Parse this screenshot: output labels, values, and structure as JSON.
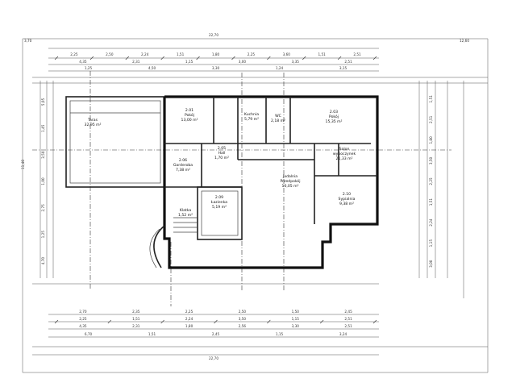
{
  "plan": {
    "rooms": [
      {
        "id": "taras",
        "lines": [
          "Taras",
          "32,95 m²"
        ]
      },
      {
        "id": "pokoj-2",
        "lines": [
          "2.01",
          "Pokój",
          "13,00 m²"
        ]
      },
      {
        "id": "kuchnia",
        "lines": [
          "Kuchnia",
          "5,79 m²"
        ]
      },
      {
        "id": "wc",
        "lines": [
          "WC",
          "2,18 m²"
        ]
      },
      {
        "id": "pokoj-1",
        "lines": [
          "2.03",
          "Pokój",
          "15,35 m²"
        ]
      },
      {
        "id": "salon",
        "lines": [
          "Salon",
          "wypoczynek",
          "21,33 m²"
        ]
      },
      {
        "id": "jadalnia",
        "lines": [
          "Jadalnia",
          "Przedpokój",
          "10,05 m²"
        ]
      },
      {
        "id": "sypialnia",
        "lines": [
          "2.10",
          "Sypialnia",
          "9,38 m²"
        ]
      },
      {
        "id": "lazienka",
        "lines": [
          "2.09",
          "Łazienka",
          "5,19 m²"
        ]
      },
      {
        "id": "klatka",
        "lines": [
          "Klatka",
          "1,52 m²"
        ]
      },
      {
        "id": "garderoba",
        "lines": [
          "2.06",
          "Garderoba",
          "7,38 m²"
        ]
      },
      {
        "id": "hall",
        "lines": [
          "2.05",
          "Hall",
          "1,70 m²"
        ]
      }
    ],
    "top_dims": {
      "overall": "22,70",
      "left_offset": "3,70",
      "right_offset": "12,60",
      "row1": [
        "2,25",
        "2,50",
        "2,24",
        "1,51",
        "1,80",
        "2,25",
        "3,60",
        "1,51",
        "2,51"
      ],
      "row2": [
        "4,35",
        "2,31",
        "1,15",
        "3,00",
        "3,35",
        "2,51"
      ],
      "row3": [
        "1,25",
        "4,50",
        "3,30",
        "1,24",
        "3,15"
      ]
    },
    "bottom_dims": {
      "overall": "22,70",
      "row1": [
        "2,70",
        "2,35",
        "2,25",
        "2,50",
        "1,50",
        "2,45"
      ],
      "row2": [
        "2,25",
        "1,51",
        "2,24",
        "3,50",
        "1,15",
        "2,51"
      ],
      "row3": [
        "4,35",
        "2,31",
        "1,80",
        "2,56",
        "3,30",
        "2,51"
      ],
      "row4": [
        "6,70",
        "1,51",
        "2,45",
        "1,15",
        "3,24"
      ]
    },
    "left_dims": [
      "5,05",
      "1,45",
      "3,50",
      "1,00",
      "2,75",
      "1,25",
      "4,70"
    ],
    "right_dims": [
      "1,51",
      "2,51",
      "1,80",
      "3,50",
      "2,25",
      "1,51",
      "2,24",
      "1,15",
      "3,00"
    ],
    "overall_height": "11,40"
  }
}
